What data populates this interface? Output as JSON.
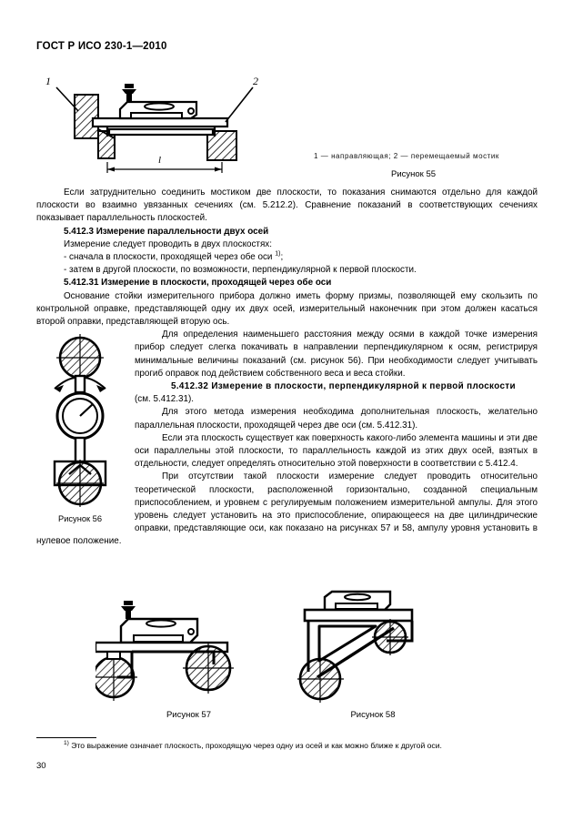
{
  "header": {
    "standard_title": "ГОСТ Р ИСО 230-1—2010"
  },
  "figure55": {
    "legend": "1 — направляющая; 2 — перемещаемый мостик",
    "caption": "Рисунок 55",
    "callout_1": "1",
    "callout_2": "2",
    "dimension_label": "l"
  },
  "figure56": {
    "caption": "Рисунок 56"
  },
  "figure57": {
    "caption": "Рисунок 57"
  },
  "figure58": {
    "caption": "Рисунок 58"
  },
  "body": {
    "para_1": "Если затруднительно соединить мостиком две плоскости, то  показания снимаются отдельно для каждой  плоскости во взаимно увязанных сечениях (см. 5.212.2). Сравнение показаний в соответствующих сечениях показывает параллельность плоскостей.",
    "sec_5_412_3_title": "5.412.3 Измерение параллельности двух осей",
    "sec_5_412_3_lead": "Измерение следует проводить в двух плоскостях:",
    "sec_5_412_3_bullet_1_a": "- сначала в  плоскости, проходящей через обе оси ",
    "sec_5_412_3_bullet_1_marker": "1)",
    "sec_5_412_3_bullet_1_b": ";",
    "sec_5_412_3_bullet_2": "- затем в другой плоскости,  по возможности, перпендикулярной к первой плоскости.",
    "sec_5_412_31_title": "5.412.31 Измерение в плоскости, проходящей через обе оси",
    "para_2": "Основание стойки измерительного прибора должно иметь форму призмы, позволяющей ему скользить по контрольной оправке, представляющей одну их двух осей, измерительный наконечник при этом должен касаться второй оправки, представляющей вторую ось.",
    "para_3": "Для определения наименьшего расстояния между осями в каждой точке измерения прибор следует слегка покачивать в направлении перпендикулярном к осям, регистрируя  минимальные величины показаний  (см. рисунок 56). При необходимости следует учитывать прогиб оправок под действием собственного веса и веса стойки.",
    "sec_5_412_32_title": "5.412.32 Измерение в плоскости, перпендикулярной к первой плоскости",
    "sec_5_412_32_ref": "(см. 5.412.31).",
    "para_4": "Для этого метода измерения необходима дополнительная плоскость, желательно параллельная плоскости, проходящей через две оси (см. 5.412.31).",
    "para_5": "Если эта плоскость существует как поверхность какого-либо элемента машины и эти две оси параллельны этой плоскости, то параллельность каждой из этих двух осей,  взятых  в отдельности, следует определять относительно этой поверхности в соответствии с 5.412.4.",
    "para_6": "При отсутствии такой плоскости измерение следует проводить относительно теоретической плоскости, расположенной горизонтально, созданной специальным приспособлением, и уровнем с регулируемым положением измерительной ампулы. Для этого уровень следует установить на это приспособление, опирающееся на две цилиндрические оправки, представляющие оси, как показано на рисунках 57 и 58, ампулу уровня установить в нулевое положение."
  },
  "footnote": {
    "marker": "1)",
    "text": " Это выражение означает плоскость, проходящую через одну из осей и как можно ближе к другой оси."
  },
  "page_number": "30"
}
